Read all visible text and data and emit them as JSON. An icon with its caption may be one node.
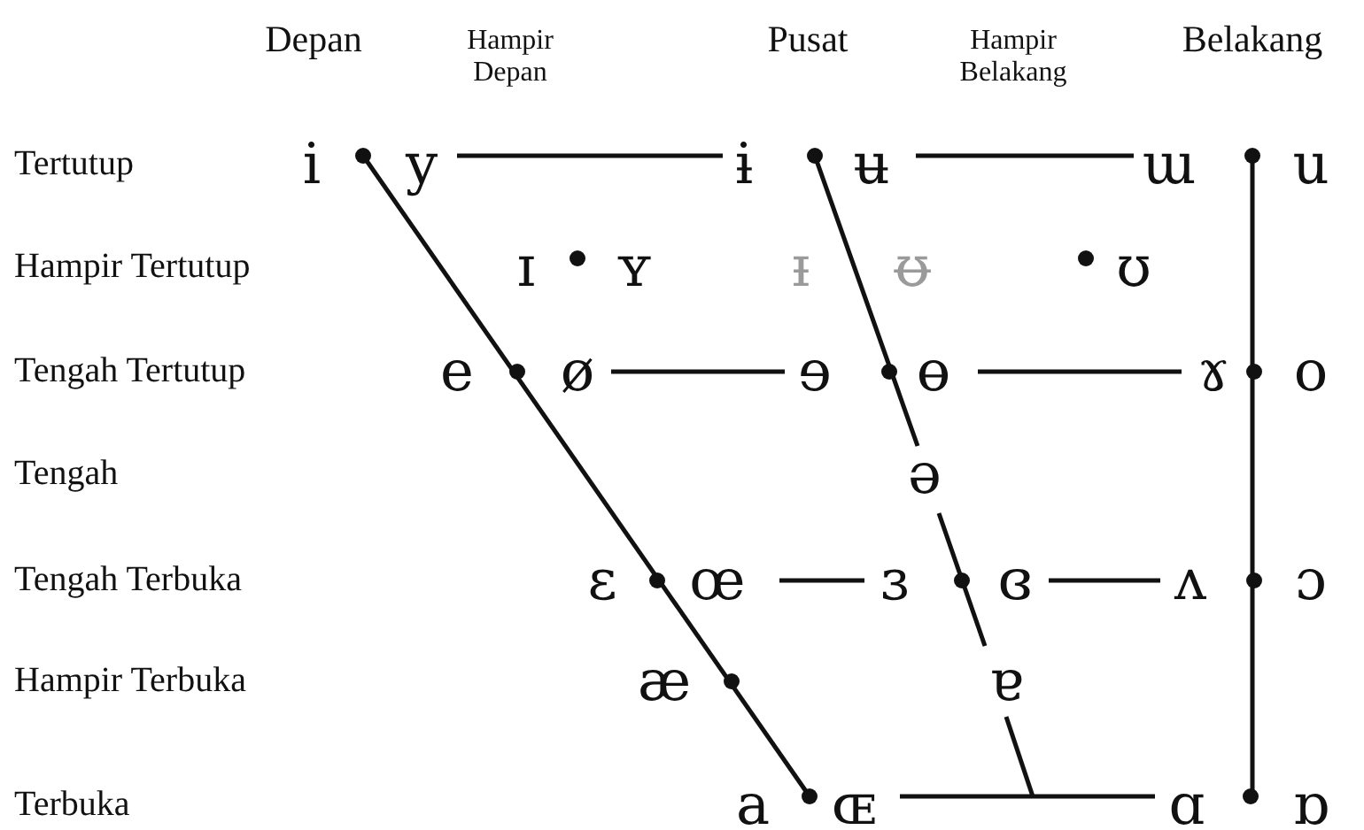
{
  "diagram": {
    "labels": [
      "Depan",
      "Hampir Depan",
      "Pusat",
      "Hampir Belakang",
      "Belakang",
      "Tertutup",
      "i",
      "y",
      "ɨ",
      "ʉ",
      "ɯ",
      "u",
      "Hampir Tertutup",
      "ɪ",
      "ʏ",
      "ᵻ",
      "ᵿ",
      "ʊ",
      "Tengah Tertutup",
      "e",
      "ø",
      "ɘ",
      "ɵ",
      "ɤ",
      "o",
      "Tengah",
      "ə",
      "Tengah Terbuka",
      "ɛ",
      "œ",
      "ɜ",
      "ɞ",
      "ʌ",
      "ɔ",
      "Hampir Terbuka",
      "æ",
      "ɐ",
      "Terbuka",
      "a",
      "ɶ",
      "ɑ",
      "ɒ"
    ]
  }
}
